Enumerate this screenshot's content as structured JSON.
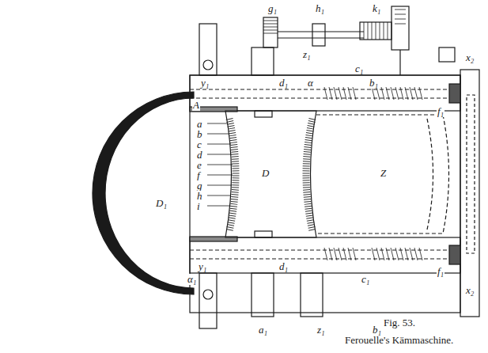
{
  "diagram": {
    "caption": "Ferouelle's Kämmaschine.",
    "labels": [
      "g₁",
      "h₁",
      "k₁",
      "z₁",
      "c₁",
      "d₁",
      "α",
      "b₁",
      "f₁",
      "x₂",
      "y₁",
      "A",
      "a",
      "b",
      "c",
      "d",
      "e",
      "f",
      "g",
      "h",
      "i",
      "D₁",
      "D",
      "Z",
      "y₁",
      "α₁",
      "c₁",
      "f₁",
      "x₂",
      "d₁",
      "a₁",
      "z₁",
      "b₁",
      "Fig. 53."
    ]
  }
}
